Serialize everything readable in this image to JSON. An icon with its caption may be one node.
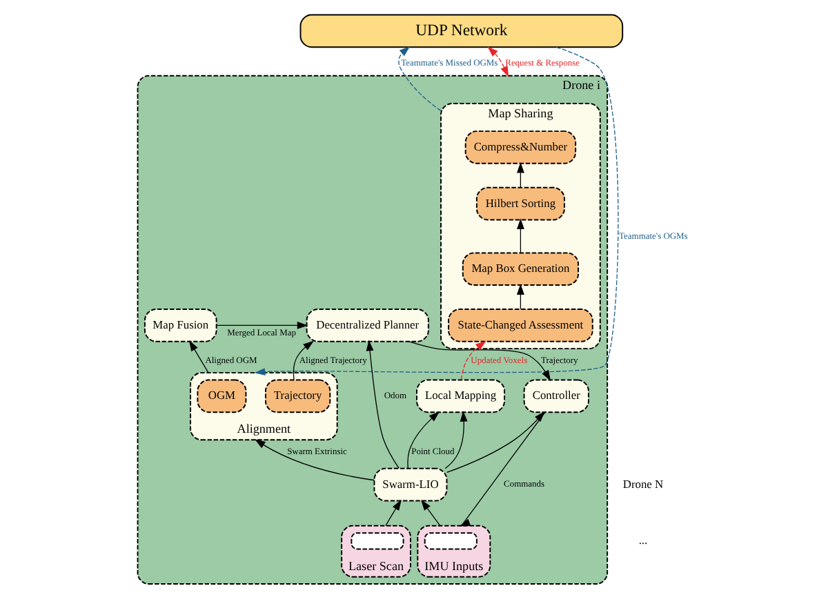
{
  "diagram": {
    "nodes": [
      {
        "text": [
          "UDP Network"
        ]
      },
      {
        "text": [
          "Drone i"
        ]
      },
      {
        "text": [
          "Map Fusion"
        ],
        "in": 1
      },
      {
        "text": [
          "Alignment"
        ],
        "in": 1
      },
      {
        "text": [
          "OGM"
        ],
        "in": 3
      },
      {
        "text": [
          "Trajectory"
        ],
        "in": 3
      },
      {
        "text": [
          "Decentralized Planner"
        ],
        "in": 1
      },
      {
        "text": [
          "Swarm-LIO"
        ],
        "in": 1
      },
      {
        "text": [
          "Local Mapping"
        ],
        "in": 1
      },
      {
        "text": [
          "Controller"
        ],
        "in": 1
      },
      {
        "text": [
          "IMU Inputs"
        ],
        "in": 1
      },
      {
        "text": [],
        "shape": "box",
        "in": 10
      },
      {
        "text": [
          "Laser Scan"
        ],
        "in": 1
      },
      {
        "text": [],
        "shape": "box",
        "in": 12
      },
      {
        "text": [
          "Map Sharing"
        ],
        "in": 1
      },
      {
        "text": [
          "State-Changed Assessment"
        ],
        "in": 14
      },
      {
        "text": [
          "Map Box Generation"
        ],
        "in": 14
      },
      {
        "text": [
          "Hilbert Sorting"
        ],
        "in": 14
      },
      {
        "text": [
          "Compress&Number"
        ],
        "in": 14
      }
    ],
    "edges": [
      {
        "from": 0,
        "to": 3,
        "arrow": "to",
        "label": "Teammate's OGMs",
        "style": "dashed",
        "color": "#1f5f8b"
      },
      {
        "from": 14,
        "to": 0,
        "arrow": "to",
        "label": "Teammate's Missed OGMs",
        "style": "dashed",
        "color": "#1f5f8b"
      },
      {
        "from": 1,
        "to": 0,
        "arrow": "both",
        "label": "Request & Response",
        "style": "dashed",
        "color": "#e8262a"
      },
      {
        "from": 3,
        "to": 2,
        "arrow": "to",
        "label": "Aligned OGM"
      },
      {
        "from": 2,
        "to": 6,
        "arrow": "to",
        "label": "Merged Local Map"
      },
      {
        "from": 5,
        "to": 6,
        "arrow": "to",
        "label": "Aligned Trajectory"
      },
      {
        "from": 7,
        "to": 3,
        "arrow": "to",
        "label": "Swarm Extrinsic"
      },
      {
        "from": 7,
        "to": 8,
        "arrow": "to",
        "label": "Point Cloud"
      },
      {
        "from": 7,
        "to": 6,
        "arrow": "to",
        "label": "Odom"
      },
      {
        "from": 7,
        "to": 8,
        "arrow": "to"
      },
      {
        "from": 7,
        "to": 9,
        "arrow": "to"
      },
      {
        "from": 6,
        "to": 9,
        "arrow": "to",
        "label": "Trajectory"
      },
      {
        "from": 8,
        "to": 15,
        "arrow": "to",
        "label": "Updated Voxels",
        "style": "dashed",
        "color": "#e8262a"
      },
      {
        "from": 9,
        "to": 10,
        "arrow": "to",
        "label": "Commands"
      },
      {
        "from": 10,
        "to": 7,
        "arrow": "to"
      },
      {
        "from": 12,
        "to": 7,
        "arrow": "to"
      },
      {
        "from": 15,
        "to": 16,
        "arrow": "to"
      },
      {
        "from": 16,
        "to": 17,
        "arrow": "to"
      },
      {
        "from": 17,
        "to": 18,
        "arrow": "to"
      }
    ],
    "labels": [
      "...",
      "Drone N"
    ]
  }
}
